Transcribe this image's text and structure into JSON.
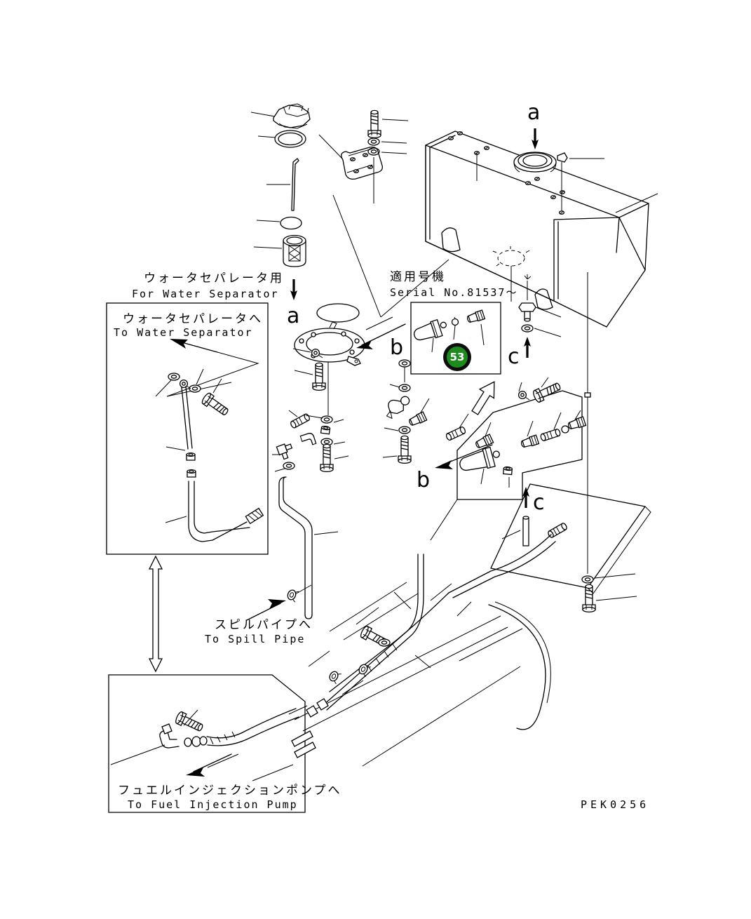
{
  "drawing": {
    "code": "PEK0256",
    "background": "#ffffff",
    "line_color": "#000000"
  },
  "labels": {
    "water_separator_use_jp": "ウォータセパレータ用",
    "water_separator_use_en": "For Water Separator",
    "to_water_separator_jp": "ウォータセパレータへ",
    "to_water_separator_en": "To Water Separator",
    "serial_jp": "適用号機",
    "serial_en": "Serial No.81537～",
    "to_spill_pipe_jp": "スピルパイプへ",
    "to_spill_pipe_en": "To Spill Pipe",
    "to_fuel_injection_pump_jp": "フュエルインジェクションポンプへ",
    "to_fuel_injection_pump_en": "To Fuel Injection Pump"
  },
  "view_markers": {
    "a_top": "a",
    "a_mid": "a",
    "b_flange": "b",
    "b_valve": "b",
    "c_drain": "c",
    "c_pipe": "c"
  },
  "balloon": {
    "number": "53",
    "fill_color": "#1f8b1f",
    "ring_color": "#0d0d0d",
    "text_color": "#ffffff"
  }
}
